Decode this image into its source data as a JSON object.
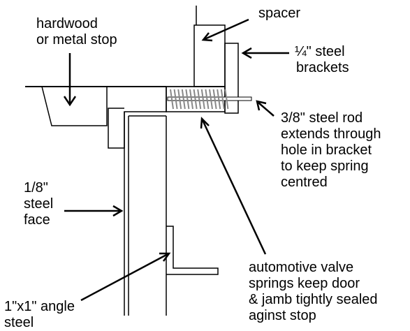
{
  "labels": {
    "stop": [
      "hardwood",
      "or metal stop"
    ],
    "spacer": [
      "spacer"
    ],
    "brackets": [
      "¼\" steel",
      "brackets"
    ],
    "rod": [
      "3/8\" steel rod",
      "extends through",
      "hole in bracket",
      "to keep spring",
      "centred"
    ],
    "face": [
      "1/8\"",
      "steel",
      "face"
    ],
    "springs": [
      "automotive valve",
      "springs keep door",
      "& jamb tightly sealed",
      "aginst stop"
    ],
    "angle": [
      "1\"x1\" angle",
      "steel"
    ]
  },
  "colors": {
    "ink": "#000000",
    "spring": "#888888",
    "background": "#ffffff"
  }
}
